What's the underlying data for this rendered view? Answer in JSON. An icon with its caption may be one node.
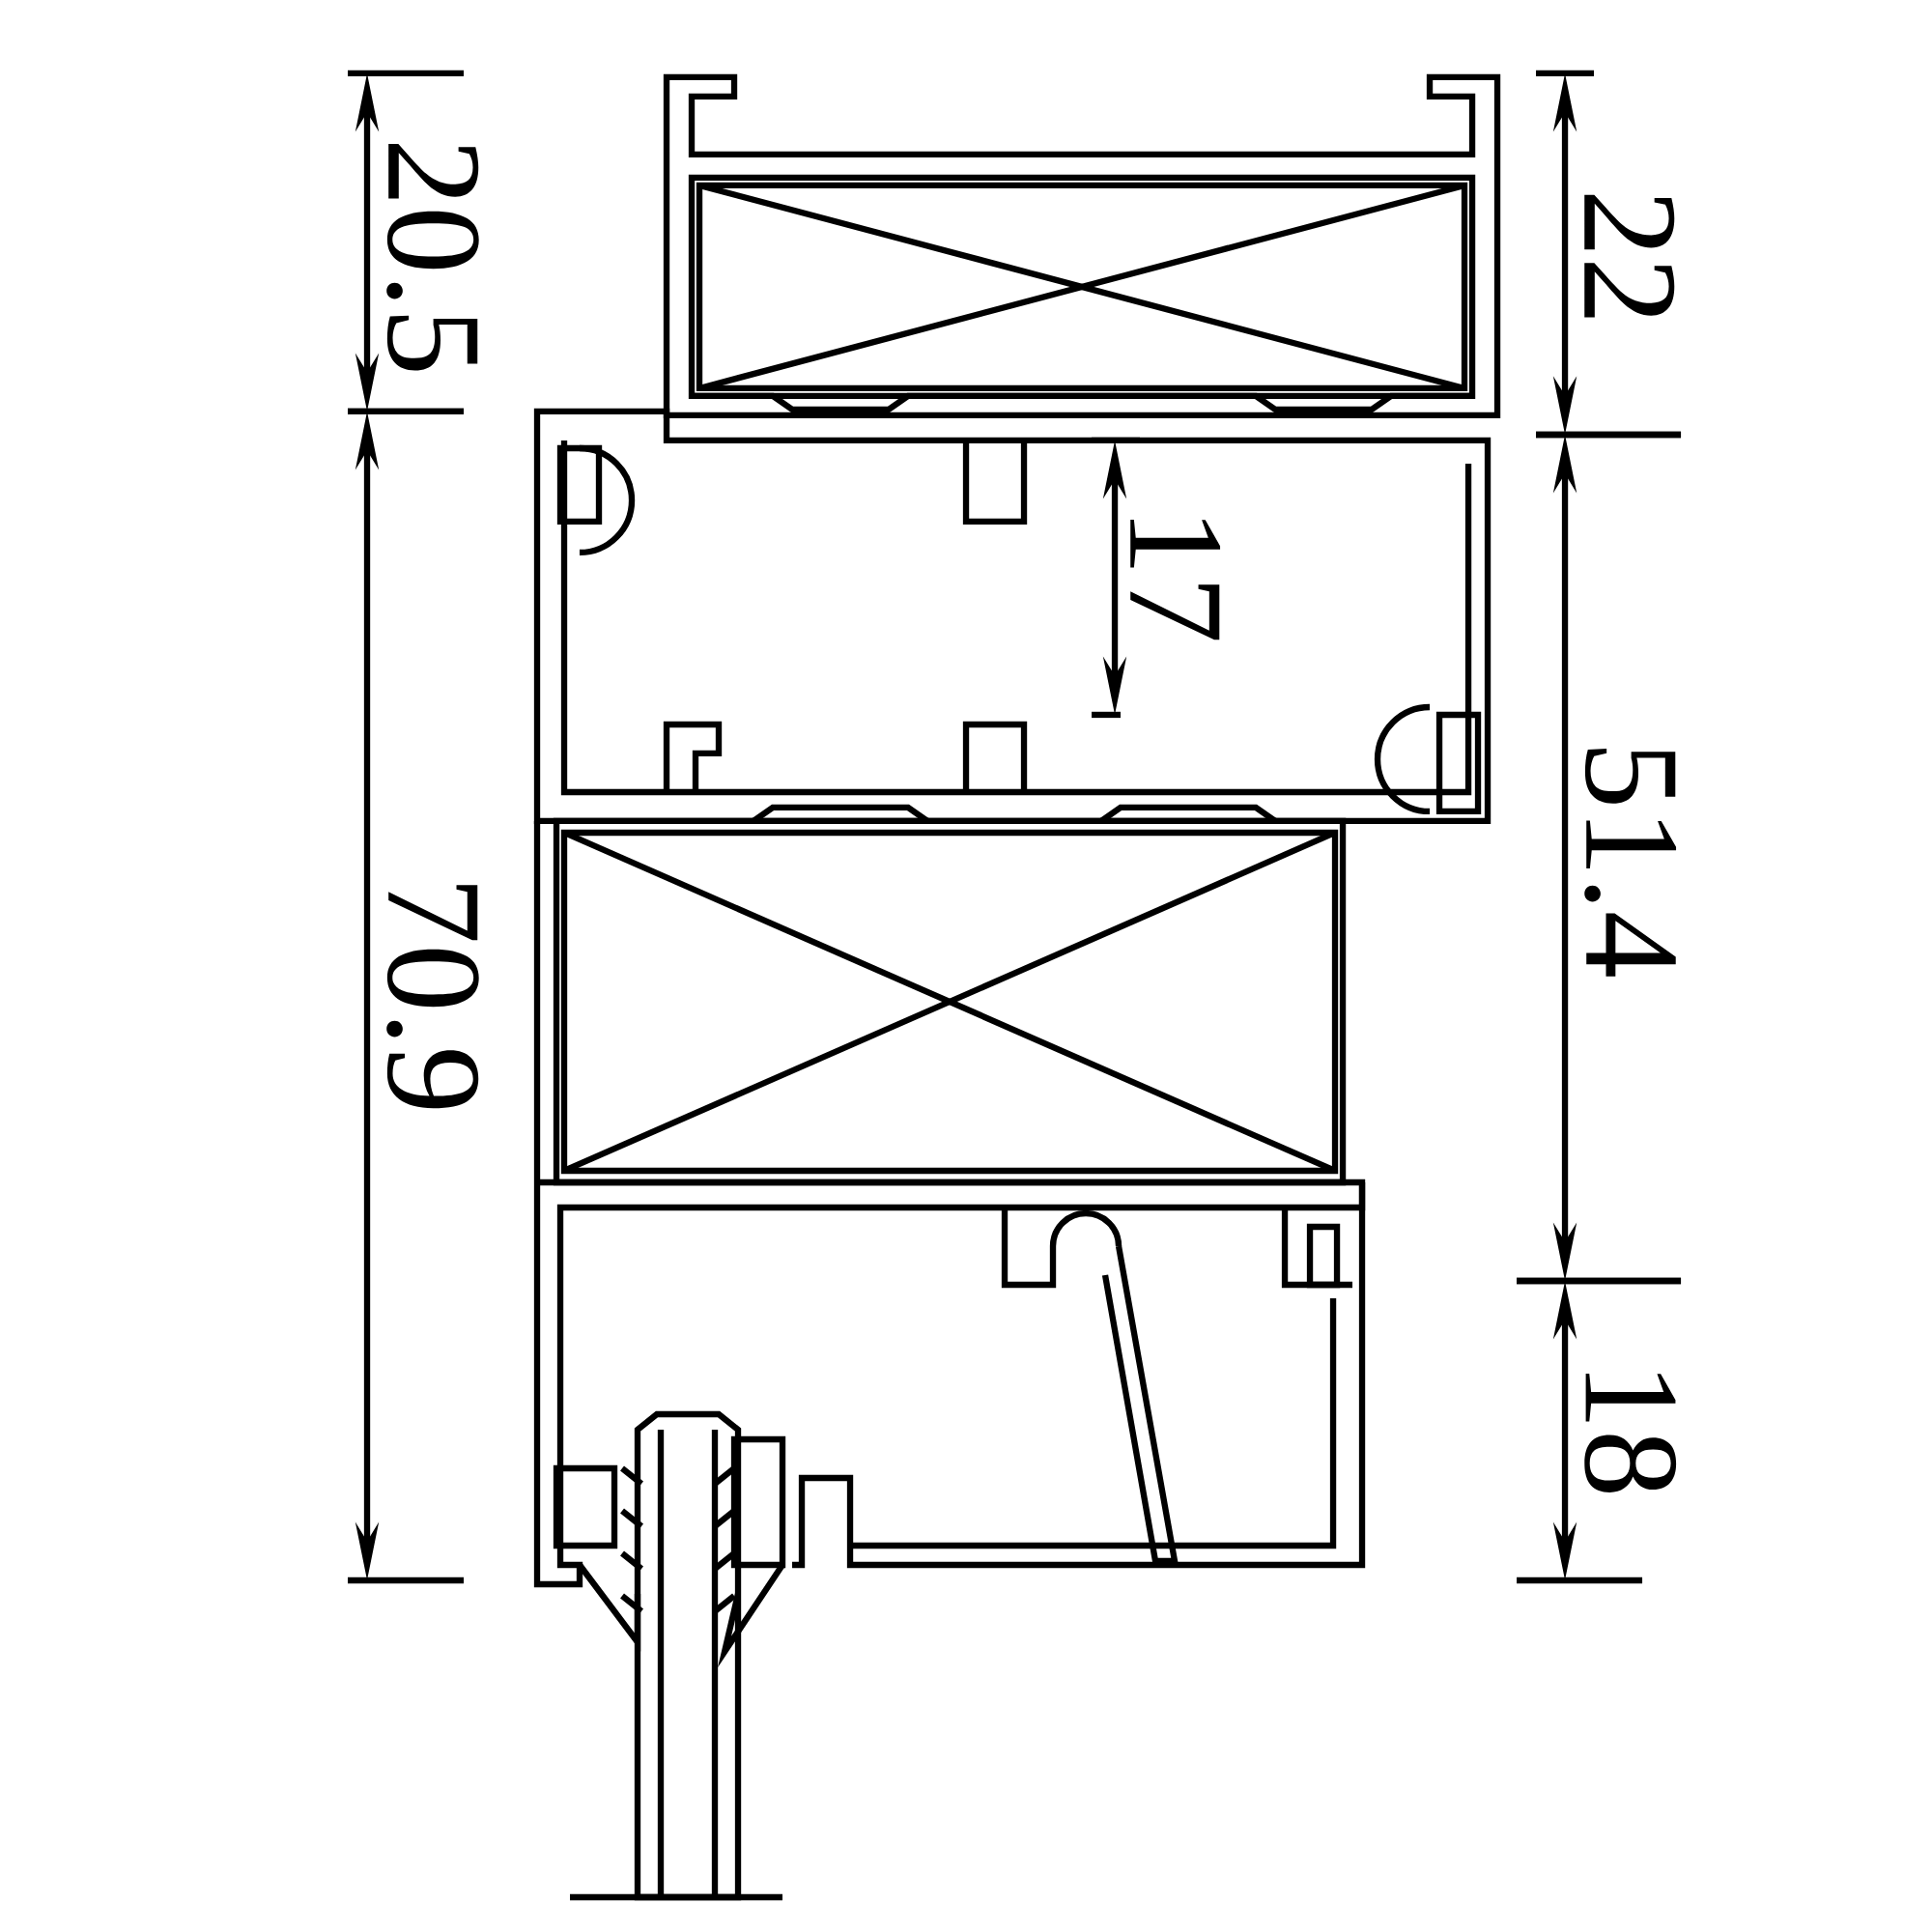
{
  "diagram": {
    "labels": [
      "20.5",
      "70.9",
      "22",
      "17",
      "51.4",
      "18"
    ]
  }
}
